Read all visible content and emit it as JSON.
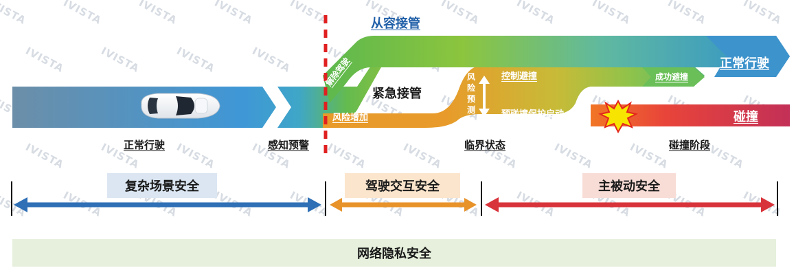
{
  "watermark": "IVISTA",
  "top": {
    "takeover_smooth": "从容接管",
    "takeover_emergency": "紧急接管",
    "release_drive": "解除驾驶",
    "risk_increase": "风险增加",
    "risk_predict": "风险预测",
    "control_avoid": "控制避撞",
    "pre_collision": "预碰撞保护启动",
    "avoid_success": "成功避撞",
    "normal_drive_end": "正常行驶",
    "collision": "碰撞"
  },
  "stages": [
    "正常行驶",
    "感知预警",
    "临界状态",
    "碰撞阶段"
  ],
  "safety": {
    "complex_scene": "复杂场景安全",
    "interaction": "驾驶交互安全",
    "active_passive": "主被动安全",
    "network_privacy": "网络隐私安全"
  },
  "colors": {
    "blue": "#2e6fb5",
    "orange": "#e8922a",
    "red": "#d8333a",
    "green_band": "#e6f0dc",
    "pill_blue": "#dbe6f2",
    "pill_orange": "#fbe5cc",
    "pill_red": "#f8dcd6",
    "dash_red": "#e02020",
    "title_blue": "#1f5fa8"
  }
}
